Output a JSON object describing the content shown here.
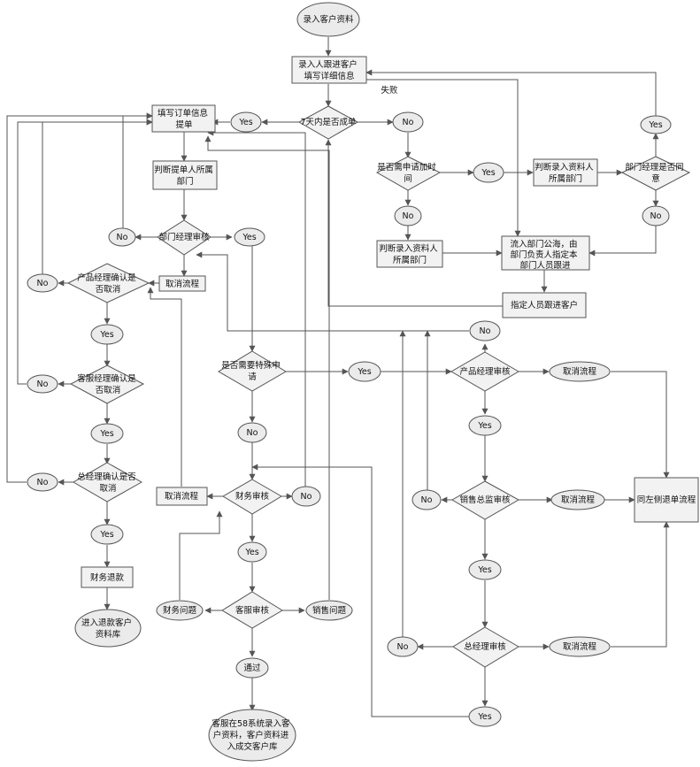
{
  "nodes": {
    "start": "录入客户资料",
    "follow_detail": [
      "录入人跟进客户",
      "填写详细信息"
    ],
    "deal7": "7天内是否成单",
    "yes_deal": "Yes",
    "no_deal": "No",
    "fill_order": [
      "填写订单信息",
      "提单"
    ],
    "judge_dept1": [
      "判断提单人所属",
      "部门"
    ],
    "dept_mgr_review": "部门经理审核",
    "no_dept": "No",
    "yes_dept": "Yes",
    "cancel_dept": "取消流程",
    "extend": [
      "是否需申请加时",
      "间"
    ],
    "yes_extend": "Yes",
    "no_extend": "No",
    "judge_dept2": [
      "判断录入资料人",
      "所属部门"
    ],
    "judge_dept3": [
      "判断录入资料人",
      "所属部门"
    ],
    "dept_agree": [
      "部门经理是否同",
      "意"
    ],
    "yes_agree": "Yes",
    "no_agree": "No",
    "public_pool": [
      "流入部门公海，由",
      "部门负责人指定本",
      "部门人员跟进"
    ],
    "assign_follow": "指定人员跟进客户",
    "fail_label": "失败",
    "pm_confirm": [
      "产品经理确认是",
      "否取消"
    ],
    "no_pm": "No",
    "yes_pm": "Yes",
    "cs_confirm": [
      "客服经理确认是",
      "否取消"
    ],
    "no_cs": "No",
    "yes_cs": "Yes",
    "gm_confirm": [
      "总经理确认是否",
      "取消"
    ],
    "no_gm": "No",
    "yes_gm": "Yes",
    "refund": "财务退款",
    "refund_db": [
      "进入退款客户",
      "资料库"
    ],
    "special": [
      "是否需要特殊申",
      "请"
    ],
    "yes_special": "Yes",
    "no_special": "No",
    "fin_review": "财务审核",
    "cancel_fin": "取消流程",
    "no_fin": "No",
    "yes_fin": "Yes",
    "cs_review": "客服审核",
    "fin_issue": "财务问题",
    "sales_issue": "销售问题",
    "pass": "通过",
    "final": [
      "客服在58系统录入客",
      "户资料，客户资料进",
      "入成交客户库"
    ],
    "pm_review": "产品经理审核",
    "no_pmr": "No",
    "yes_pmr": "Yes",
    "cancel_pmr": "取消流程",
    "sales_dir_review": "销售总监审核",
    "no_sd": "No",
    "yes_sd": "Yes",
    "cancel_sd": "取消流程",
    "left_refund": "同左侧退单流程",
    "gm_review": "总经理审核",
    "no_gmr": "No",
    "yes_gmr": "Yes",
    "cancel_gmr": "取消流程"
  }
}
